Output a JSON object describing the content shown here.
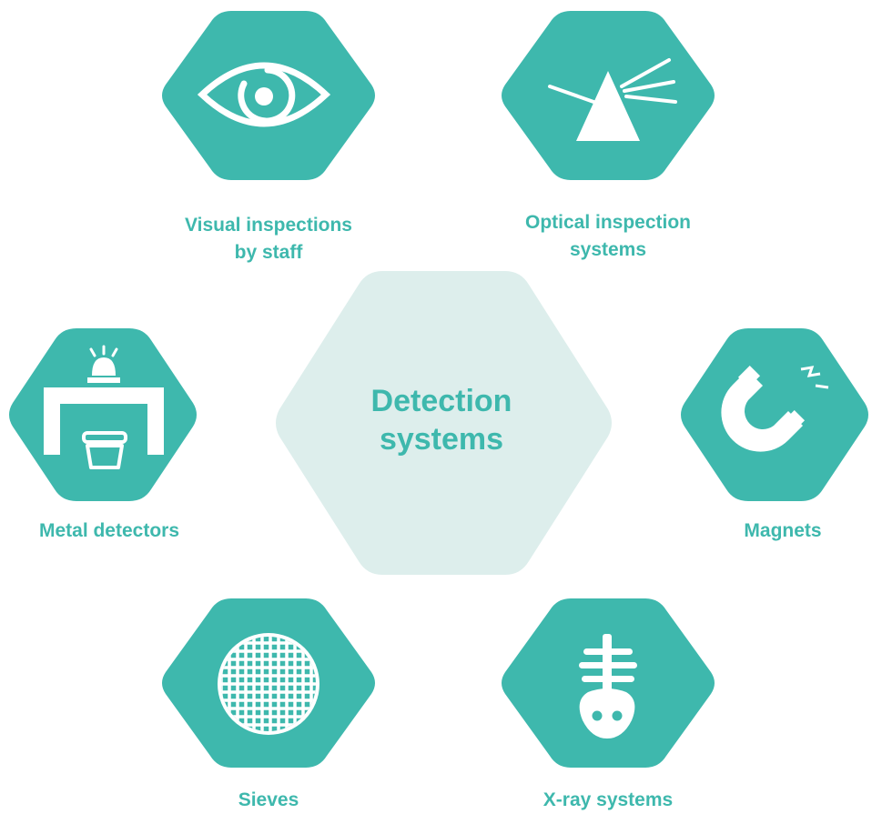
{
  "center": {
    "title": "Detection\nsystems"
  },
  "colors": {
    "primary": "#3eb8ad",
    "center_fill": "#ddeeec",
    "icon": "#ffffff"
  },
  "nodes": [
    {
      "id": "visual",
      "label": "Visual inspections\nby staff",
      "icon": "eye-icon"
    },
    {
      "id": "optical",
      "label": "Optical inspection\nsystems",
      "icon": "prism-icon"
    },
    {
      "id": "metal",
      "label": "Metal detectors",
      "icon": "metal-detector-icon"
    },
    {
      "id": "magnets",
      "label": "Magnets",
      "icon": "magnet-icon"
    },
    {
      "id": "sieves",
      "label": "Sieves",
      "icon": "sieve-icon"
    },
    {
      "id": "xray",
      "label": "X-ray systems",
      "icon": "x-ray-icon"
    }
  ]
}
